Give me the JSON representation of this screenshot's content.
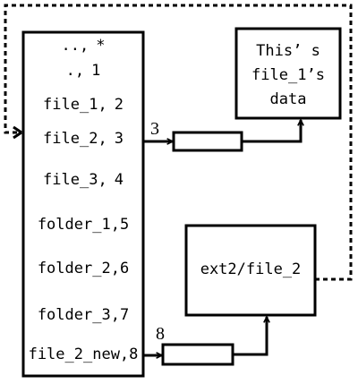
{
  "directory": {
    "entries": [
      {
        "name": "..,",
        "num": "*"
      },
      {
        "name": ".,",
        "num": "1"
      },
      {
        "name": "file_1,",
        "num": "2"
      },
      {
        "name": "file_2,",
        "num": "3"
      },
      {
        "name": "file_3,",
        "num": "4"
      },
      {
        "name": "folder_1,",
        "num": "5"
      },
      {
        "name": "folder_2,",
        "num": "6"
      },
      {
        "name": "folder_3,",
        "num": "7"
      },
      {
        "name": "file_2_new,",
        "num": "8"
      }
    ]
  },
  "pointers": {
    "top_label": "3",
    "bottom_label": "8"
  },
  "data_box": {
    "lines": [
      "This’ s",
      "file_1’s",
      "data"
    ]
  },
  "link_box": {
    "text": "ext2/file_2"
  },
  "colors": {
    "stroke": "#000000",
    "background": "#ffffff"
  }
}
